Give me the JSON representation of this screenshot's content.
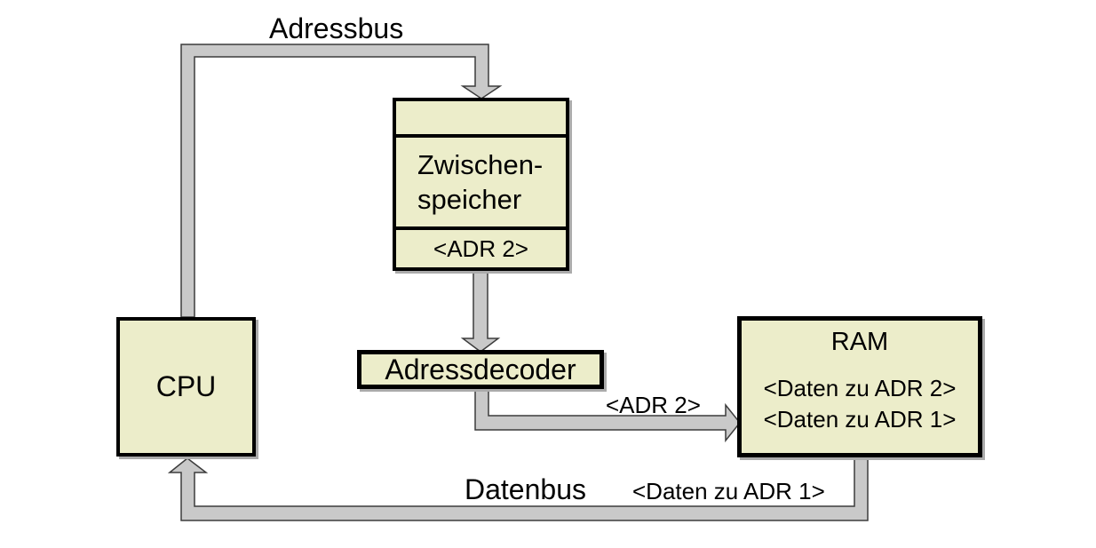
{
  "colors": {
    "background": "#ffffff",
    "box_fill": "#ecedca",
    "box_border": "#000000",
    "bus_fill": "#c9c9c9",
    "bus_outline": "#3c3c3c",
    "box_shadow": "#ababab",
    "text": "#000000"
  },
  "nodes": {
    "cpu": {
      "label": "CPU"
    },
    "zwischenspeicher": {
      "label_line1": "Zwischen-",
      "label_line2": "speicher",
      "slot_label": "<ADR 2>"
    },
    "adressdecoder": {
      "label": "Adressdecoder"
    },
    "ram": {
      "label": "RAM",
      "entry1": "<Daten zu ADR 2>",
      "entry2": "<Daten zu ADR 1>"
    }
  },
  "buses": {
    "adressbus": {
      "label": "Adressbus",
      "from": "CPU",
      "to": "Zwischenspeicher"
    },
    "adr2_transfer": {
      "label": "<ADR 2>",
      "from": "Adressdecoder",
      "to": "RAM"
    },
    "datenbus": {
      "label": "Datenbus",
      "payload": "<Daten zu ADR 1>",
      "from": "RAM",
      "to": "CPU"
    }
  }
}
